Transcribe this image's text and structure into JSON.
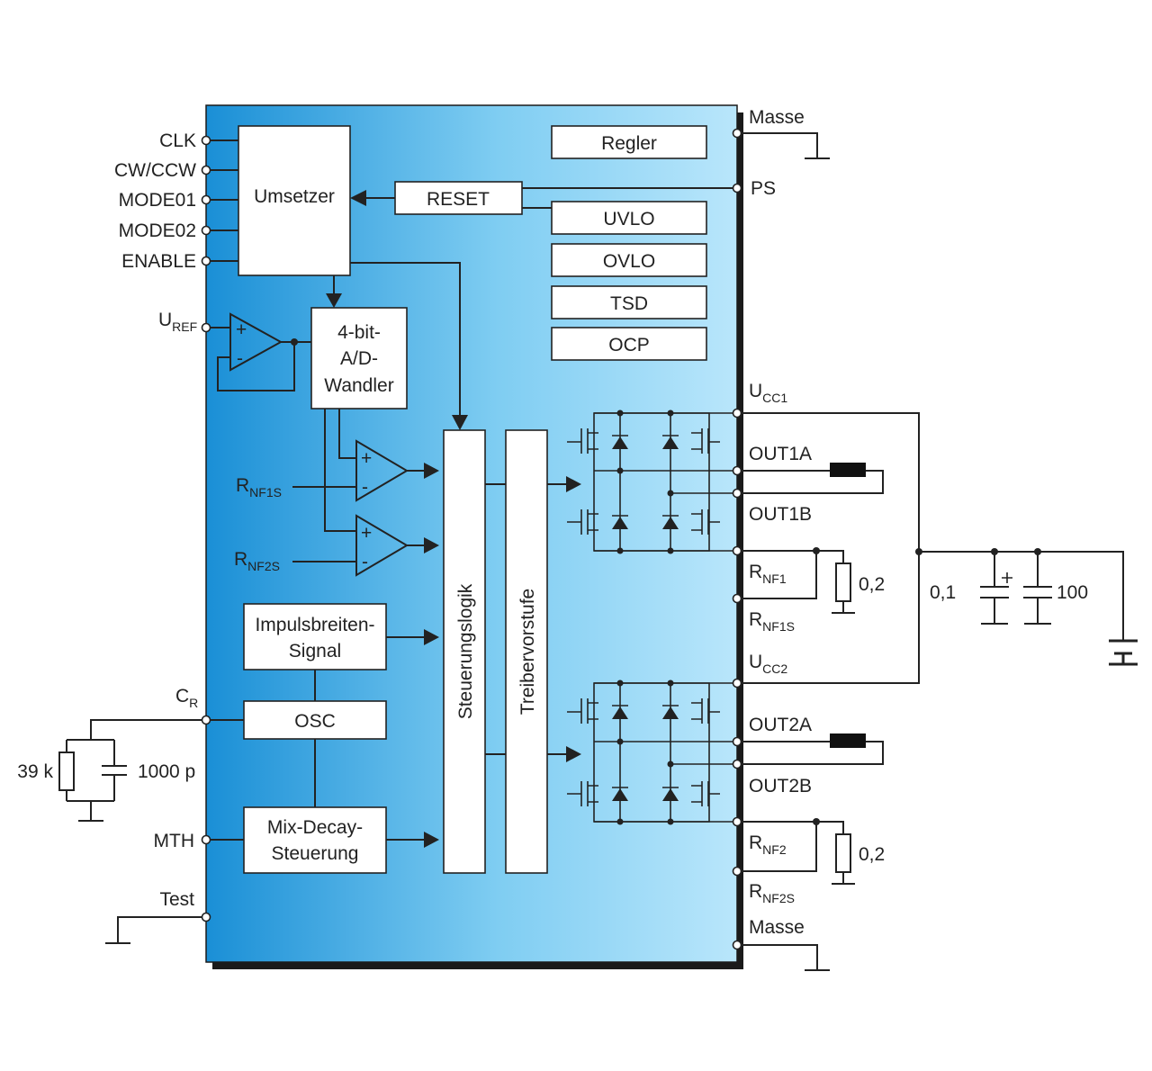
{
  "pins_left": {
    "clk": "CLK",
    "cwccw": "CW/CCW",
    "mode01": "MODE01",
    "mode02": "MODE02",
    "enable": "ENABLE",
    "uref_main": "U",
    "uref_sub": "REF",
    "cr_main": "C",
    "cr_sub": "R",
    "mth": "MTH",
    "test": "Test"
  },
  "pins_right": {
    "masse_top": "Masse",
    "ps": "PS",
    "ucc1_main": "U",
    "ucc1_sub": "CC1",
    "out1a": "OUT1A",
    "out1b": "OUT1B",
    "rnf1_main": "R",
    "rnf1_sub": "NF1",
    "rnf1s_main": "R",
    "rnf1s_sub": "NF1S",
    "ucc2_main": "U",
    "ucc2_sub": "CC2",
    "out2a": "OUT2A",
    "out2b": "OUT2B",
    "rnf2_main": "R",
    "rnf2_sub": "NF2",
    "rnf2s_main": "R",
    "rnf2s_sub": "NF2S",
    "masse_bottom": "Masse"
  },
  "internal_labels": {
    "rnf1s_main": "R",
    "rnf1s_sub": "NF1S",
    "rnf2s_main": "R",
    "rnf2s_sub": "NF2S"
  },
  "blocks": {
    "umsetzer": "Umsetzer",
    "reset": "RESET",
    "regler": "Regler",
    "uvlo": "UVLO",
    "ovlo": "OVLO",
    "tsd": "TSD",
    "ocp": "OCP",
    "adc_line1": "4-bit-",
    "adc_line2": "A/D-",
    "adc_line3": "Wandler",
    "pwm_line1": "Impulsbreiten-",
    "pwm_line2": "Signal",
    "osc": "OSC",
    "mix_line1": "Mix-Decay-",
    "mix_line2": "Steuerung",
    "steuerungslogik": "Steuerungslogik",
    "treibervorstufe": "Treibervorstufe"
  },
  "components": {
    "res_39k": "39 k",
    "cap_1000p": "1000 p",
    "res_sense1": "0,2",
    "res_sense2": "0,2",
    "cap_01": "0,1",
    "cap_100": "100",
    "opamp_plus": "+",
    "opamp_minus": "-"
  },
  "colors": {
    "chip_dark": "#1a8fd6",
    "chip_light": "#b9e6fb",
    "chip_shadow": "#1a1a1a",
    "wire": "#222222"
  }
}
